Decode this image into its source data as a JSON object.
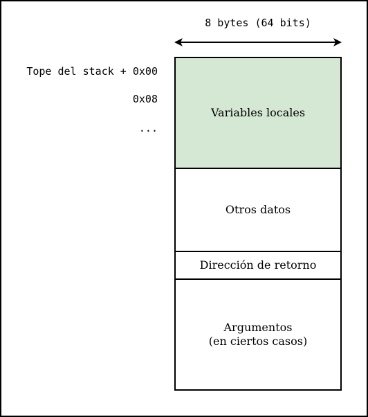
{
  "diagram": {
    "width_label": "8 bytes (64 bits)",
    "addresses": [
      "Tope del stack + 0x00",
      "0x08",
      "..."
    ],
    "blocks": [
      {
        "label": "Variables locales",
        "fill": "#d5e8d4"
      },
      {
        "label": "Otros datos",
        "fill": "#ffffff"
      },
      {
        "label": "Dirección de retorno",
        "fill": "#ffffff"
      },
      {
        "label": "Argumentos\n(en ciertos casos)",
        "fill": "#ffffff"
      }
    ],
    "colors": {
      "stroke": "#000000",
      "background": "#ffffff"
    }
  }
}
